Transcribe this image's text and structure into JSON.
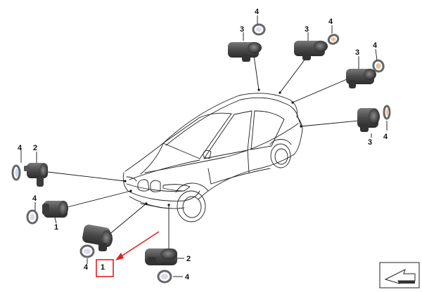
{
  "diagram": {
    "labels": {
      "front_center_left_sensor": "1",
      "front_outer_left_sensor": "1",
      "front_center_right_sensor": "2",
      "front_outer_left_sensor_b": "2",
      "rear_sensor_a": "3",
      "rear_sensor_b": "3",
      "rear_sensor_c": "3",
      "rear_sensor_d": "3",
      "ring_front_left_top": "4",
      "ring_front_left_mid": "4",
      "ring_front_center": "4",
      "ring_front_right": "4",
      "ring_rear_a": "4",
      "ring_rear_b": "4",
      "ring_rear_c": "4",
      "ring_rear_d": "4"
    },
    "highlight": {
      "target_label": "1",
      "box_color": "#e02020",
      "arrow_color": "#e02020"
    },
    "colors": {
      "sensor_body": "#4a4a4a",
      "sensor_dark": "#2a2a2a",
      "ring": "#6b6b6b"
    },
    "icons": {
      "corner": "direction-arrow-icon"
    }
  }
}
